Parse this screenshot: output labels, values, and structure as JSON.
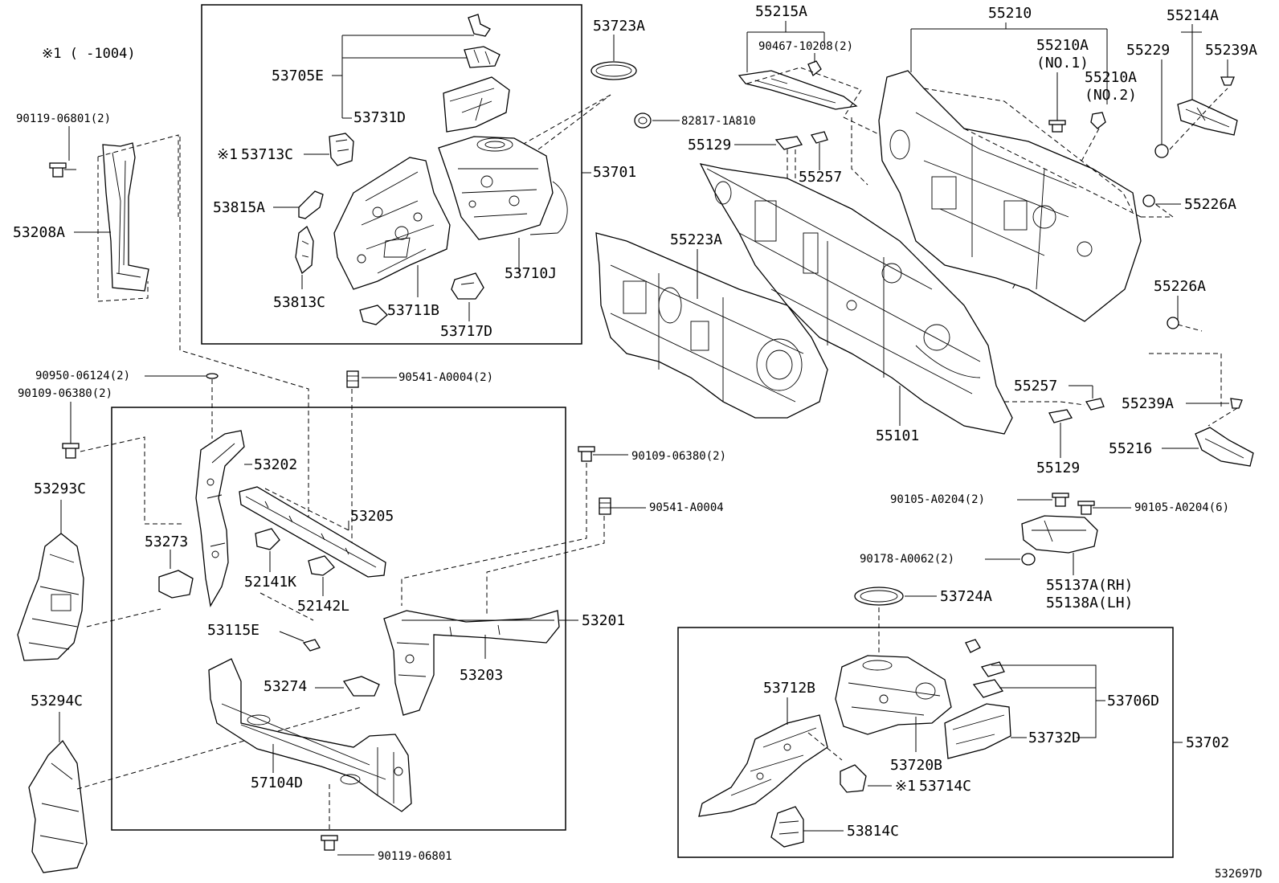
{
  "note": "※1 (     -1004)",
  "diagram_id": "532697D",
  "labels": {
    "p53723A": "53723A",
    "p53705E": "53705E",
    "p53731D": "53731D",
    "p53713C": "53713C",
    "x1_a": "※1",
    "p53815A": "53815A",
    "p53813C": "53813C",
    "p53711B": "53711B",
    "p53717D": "53717D",
    "p53710J": "53710J",
    "p53701": "53701",
    "p82817": "82817-1A810",
    "p55215A": "55215A",
    "p90467": "90467-10208(2)",
    "p55210": "55210",
    "p55210A1": "55210A",
    "no1": "(NO.1)",
    "p55210A2": "55210A",
    "no2": "(NO.2)",
    "p55214A": "55214A",
    "p55229": "55229",
    "p55239A_top": "55239A",
    "p55129_a": "55129",
    "p55257_a": "55257",
    "p55223A": "55223A",
    "p55226A_a": "55226A",
    "p55226A_b": "55226A",
    "p55257_b": "55257",
    "p55239A_b": "55239A",
    "p55101": "55101",
    "p55216": "55216",
    "p55129_b": "55129",
    "p90119_a": "90119-06801(2)",
    "p53208A": "53208A",
    "p90950": "90950-06124(2)",
    "p90109_a": "90109-06380(2)",
    "p90541_a": "90541-A0004(2)",
    "p53293C": "53293C",
    "p53202": "53202",
    "p53205": "53205",
    "p53273": "53273",
    "p52141K": "52141K",
    "p52142L": "52142L",
    "p90109_b": "90109-06380(2)",
    "p90541_b": "90541-A0004",
    "p53201": "53201",
    "p53203": "53203",
    "p53115E": "53115E",
    "p53274": "53274",
    "p53294C": "53294C",
    "p57104D": "57104D",
    "p90119_b": "90119-06801",
    "p90105_a": "90105-A0204(2)",
    "p90105_b": "90105-A0204(6)",
    "p90178": "90178-A0062(2)",
    "p55137A": "55137A(RH)",
    "p55138A": "55138A(LH)",
    "p53724A": "53724A",
    "p53712B": "53712B",
    "p53706D": "53706D",
    "p53732D": "53732D",
    "p53702": "53702",
    "p53720B": "53720B",
    "x1_b": "※1",
    "p53714C": "53714C",
    "p53814C": "53814C"
  }
}
